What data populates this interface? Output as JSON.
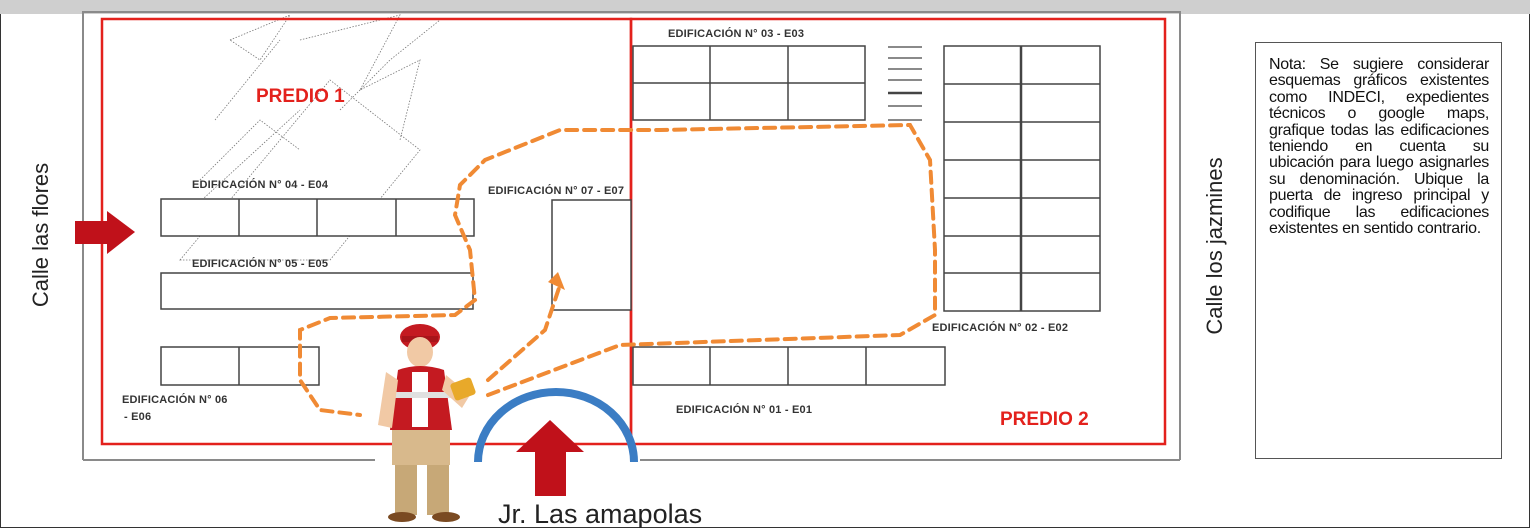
{
  "predios": {
    "predio1": "PREDIO 1",
    "predio2": "PREDIO 2"
  },
  "edificaciones": {
    "e01": "EDIFICACIÓN N° 01 - E01",
    "e02": "EDIFICACIÓN N° 02 - E02",
    "e03": "EDIFICACIÓN N° 03 - E03",
    "e04": "EDIFICACIÓN N° 04 - E04",
    "e05": "EDIFICACIÓN N° 05 - E05",
    "e06_line1": "EDIFICACIÓN N° 06",
    "e06_line2": "- E06",
    "e07": "EDIFICACIÓN N° 07 - E07"
  },
  "streets": {
    "left": "Calle las flores",
    "right": "Calle los jazmines",
    "bottom": "Jr. Las amapolas"
  },
  "note": {
    "text": "Nota: Se sugiere considerar esquemas gráficos existentes como INDECI, expedientes técnicos o google maps, grafique todas las edificaciones teniendo en cuenta su ubicación para luego asignarles su denominación. Ubique la puerta de ingreso principal y codifique las edificaciones existentes en sentido contrario."
  },
  "colors": {
    "predio_border": "#e3211c",
    "route": "#f08a34",
    "arrow": "#c0111a",
    "door_arc": "#3b7dc4"
  },
  "icons": [
    "worker-figure",
    "entry-arrow-left",
    "entry-arrow-bottom",
    "watermark-seal"
  ]
}
